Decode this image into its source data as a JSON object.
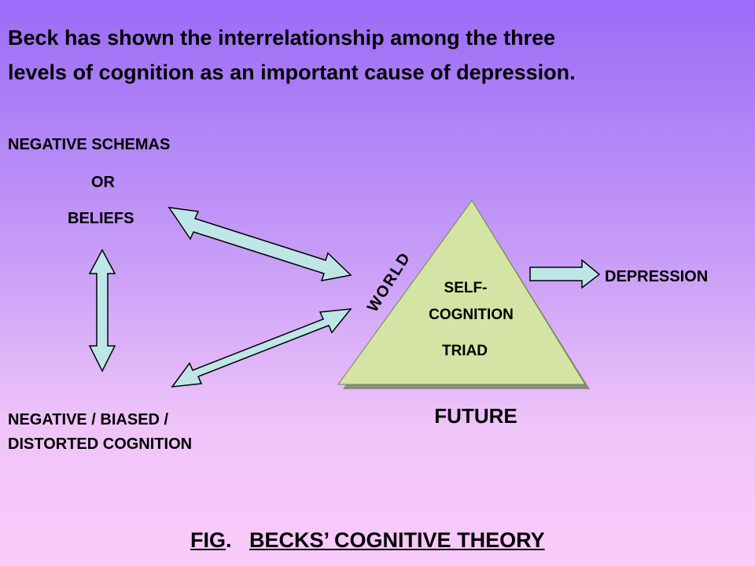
{
  "heading": {
    "line1": "Beck has shown the interrelationship among the three",
    "line2": "levels of cognition as an important cause of depression."
  },
  "schemas": {
    "line1": "NEGATIVE  SCHEMAS",
    "line2": "OR",
    "line3": "BELIEFS"
  },
  "cognition": {
    "line1": "NEGATIVE / BIASED /",
    "line2": "DISTORTED  COGNITION"
  },
  "triad": {
    "side_label": "WORLD",
    "line1": "SELF-",
    "line2": "COGNITION",
    "line3": "TRIAD",
    "base_label": "FUTURE"
  },
  "outcome": "DEPRESSION",
  "caption": {
    "fig": "FIG",
    "dot": ".",
    "title": "BECKS’  COGNITIVE   THEORY"
  },
  "colors": {
    "arrow_fill": "#bfe6e6",
    "triangle_fill": "#d4e4a4",
    "triangle_shadow": "#8a8a8a"
  }
}
